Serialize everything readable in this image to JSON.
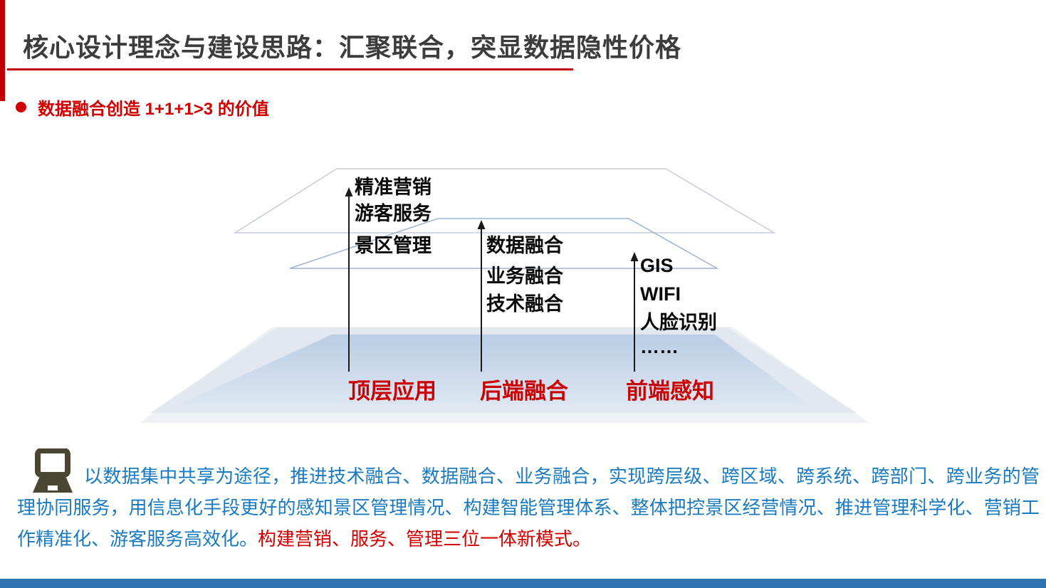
{
  "colors": {
    "accent-red": "#C00000",
    "bullet-red": "#D00000",
    "label-red": "#CC0000",
    "body-blue": "#1A7AC0",
    "bottom-bar-blue": "#2E74B5",
    "icon-olive": "#4A4631",
    "title-gray": "#3C3C3C"
  },
  "header": {
    "title": "核心设计理念与建设思路：汇聚联合，突显数据隐性价格",
    "bullet_text": "数据融合创造 1+1+1>3 的价值"
  },
  "diagram": {
    "columns": [
      {
        "label": "顶层应用",
        "items": [
          "精准营销",
          "游客服务",
          "景区管理"
        ]
      },
      {
        "label": "后端融合",
        "items": [
          "数据融合",
          "业务融合",
          "技术融合"
        ]
      },
      {
        "label": "前端感知",
        "items": [
          "GIS",
          "WIFI",
          "人脸识别",
          "……"
        ]
      }
    ]
  },
  "footer": {
    "icon": "laptop-icon",
    "text_blue": "以数据集中共享为途径，推进技术融合、数据融合、业务融合，实现跨层级、跨区域、跨系统、跨部门、跨业务的管理协同服务，用信息化手段更好的感知景区管理情况、构建智能管理体系、整体把控景区经营情况、推进管理科学化、营销工作精准化、游客服务高效化。",
    "text_red": "构建营销、服务、管理三位一体新模式。"
  }
}
